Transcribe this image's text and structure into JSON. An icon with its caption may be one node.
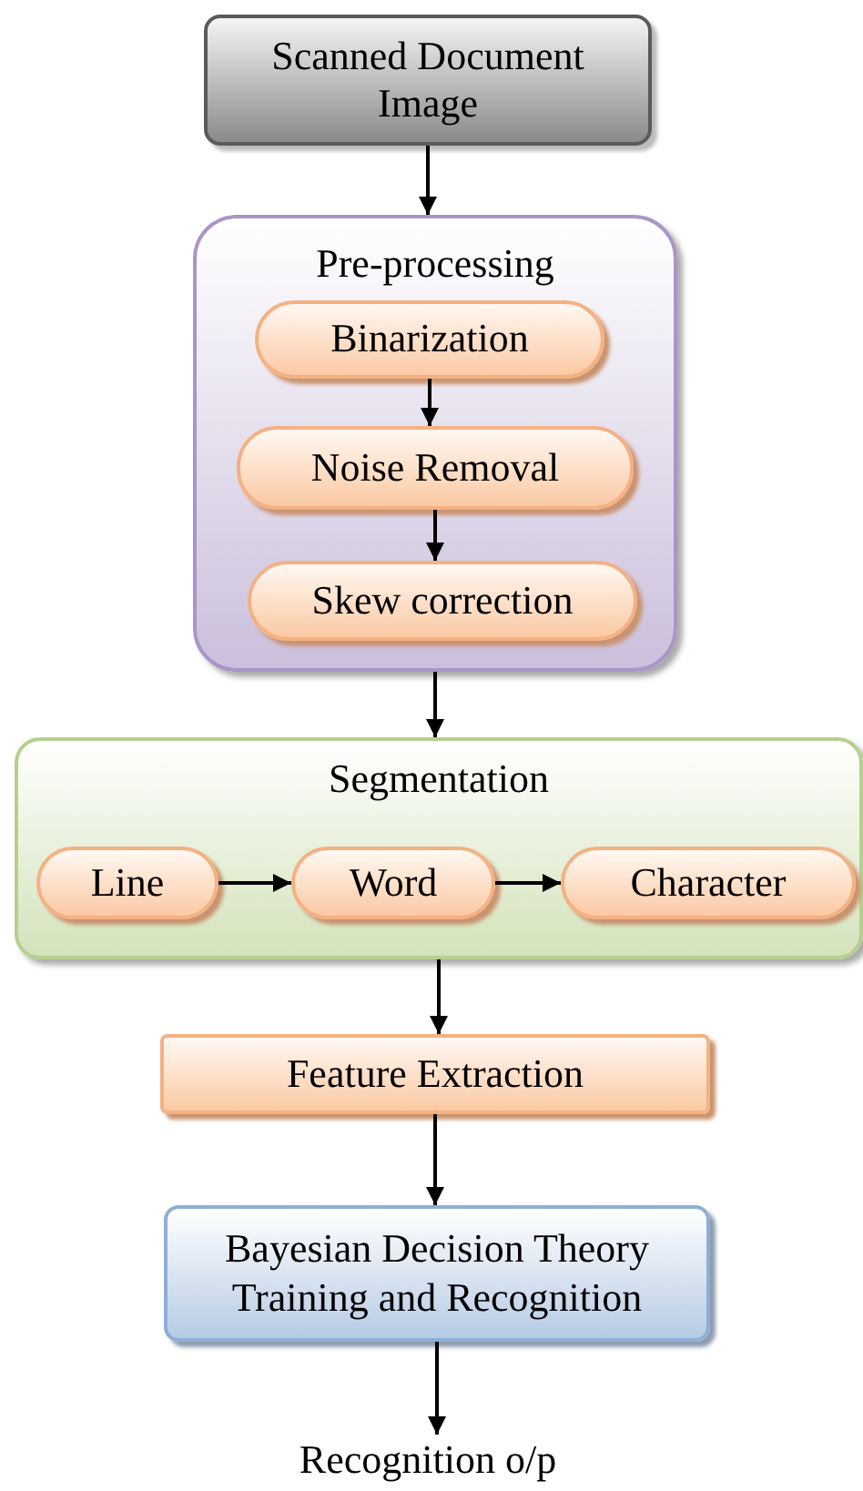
{
  "diagram": {
    "nodes": [
      {
        "text": [
          "Scanned Document Image"
        ]
      },
      {
        "text": [
          "Pre-processing"
        ]
      },
      {
        "text": [
          "Binarization"
        ],
        "in": 1
      },
      {
        "text": [
          "Noise Removal"
        ],
        "in": 1
      },
      {
        "text": [
          "Skew correction"
        ],
        "in": 1
      },
      {
        "text": [
          "Segmentation"
        ]
      },
      {
        "text": [
          "Line"
        ],
        "in": 5
      },
      {
        "text": [
          "Word"
        ],
        "in": 5
      },
      {
        "text": [
          "Character"
        ],
        "in": 5
      },
      {
        "text": [
          "Feature Extraction"
        ]
      },
      {
        "text": [
          "Bayesian Decision Theory Training and Recognition"
        ]
      },
      {
        "text": [
          "Recognition o/p"
        ]
      }
    ],
    "edges": [
      {
        "from": 0,
        "to": 1,
        "arrow": "to"
      },
      {
        "from": 2,
        "to": 3,
        "arrow": "to"
      },
      {
        "from": 3,
        "to": 4,
        "arrow": "to"
      },
      {
        "from": 1,
        "to": 5,
        "arrow": "to"
      },
      {
        "from": 6,
        "to": 7,
        "arrow": "to"
      },
      {
        "from": 7,
        "to": 8,
        "arrow": "to"
      },
      {
        "from": 5,
        "to": 9,
        "arrow": "to"
      },
      {
        "from": 9,
        "to": 10,
        "arrow": "to"
      },
      {
        "from": 10,
        "to": 11,
        "arrow": "to"
      }
    ]
  }
}
